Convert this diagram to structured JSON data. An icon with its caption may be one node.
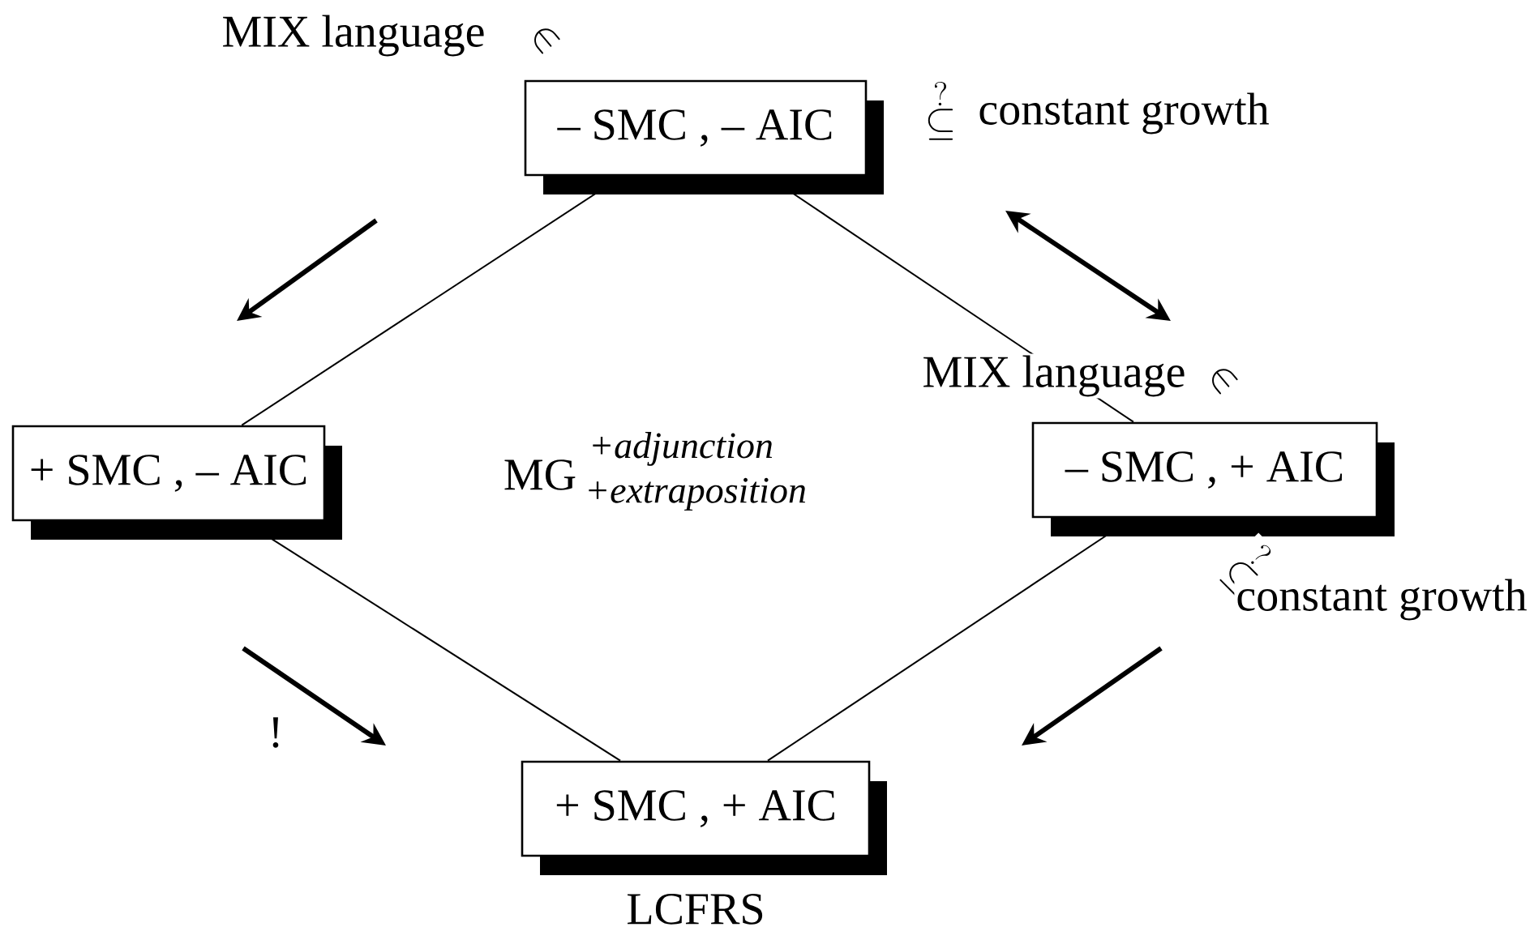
{
  "diagram": {
    "nodes": [
      {
        "text": [
          "– SMC , – AIC"
        ]
      },
      {
        "text": [
          "+ SMC , – AIC"
        ]
      },
      {
        "text": [
          "– SMC , + AIC"
        ]
      },
      {
        "text": [
          "+ SMC , + AIC"
        ],
        "beside": [
          "LCFRS"
        ]
      }
    ],
    "edges": [
      {
        "from": 0,
        "to": 1,
        "arrow": "none"
      },
      {
        "from": 0,
        "to": 2,
        "arrow": "none"
      },
      {
        "from": 1,
        "to": 3,
        "arrow": "none"
      },
      {
        "from": 2,
        "to": 3,
        "arrow": "none"
      }
    ],
    "labels": [
      "MIX language",
      "\\in",
      "\\stackrel{?}{\\subseteq}",
      "constant growth",
      "MG",
      "+adjunction",
      "+extraposition",
      "MIX language",
      "\\in",
      "\\stackrel{?}{\\subseteq}",
      "constant growth",
      "!"
    ]
  }
}
